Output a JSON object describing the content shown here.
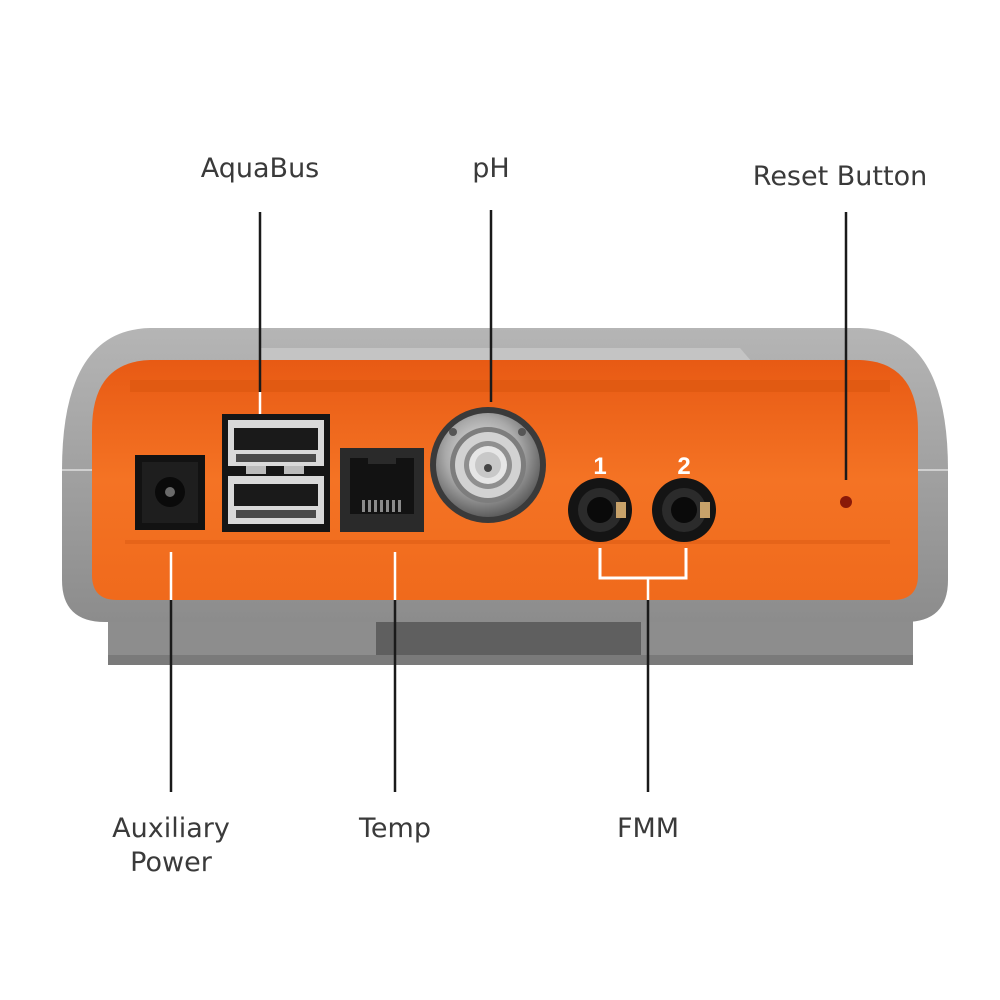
{
  "labels": {
    "aquabus": "AquaBus",
    "ph": "pH",
    "reset": "Reset Button",
    "aux_line1": "Auxiliary",
    "aux_line2": "Power",
    "temp": "Temp",
    "fmm": "FMM"
  },
  "port_numbers": {
    "fmm1": "1",
    "fmm2": "2"
  },
  "colors": {
    "housing_orange": "#f26a1f",
    "housing_gray": "#9a9a9a",
    "leader_line": "#1a1a1a"
  }
}
